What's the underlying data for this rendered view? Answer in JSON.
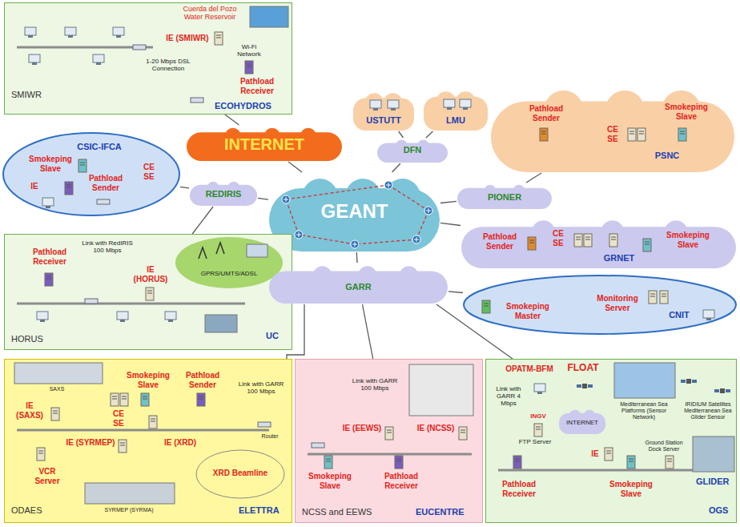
{
  "diagram": {
    "nodes": [
      {
        "text": [
          "SMIWR",
          "ECOHYDROS",
          "Cuerda del Pozo Water Reservoir",
          "IE (SMIWR)",
          "Pathload Receiver",
          "Wi-Fi Network",
          "1-20 Mbps DSL Connection"
        ]
      },
      {
        "text": [
          "INTERNET"
        ]
      },
      {
        "text": [
          "USTUTT"
        ]
      },
      {
        "text": [
          "LMU"
        ]
      },
      {
        "text": [
          "DFN"
        ]
      },
      {
        "text": [
          "Pathload Sender",
          "Smokeping Slave",
          "CE SE",
          "PSNC"
        ]
      },
      {
        "text": [
          "Smokeping Slave",
          "CSIC-IFCA",
          "IE",
          "Pathload Sender",
          "CE SE"
        ]
      },
      {
        "text": [
          "REDIRIS"
        ]
      },
      {
        "text": [
          "GEANT"
        ]
      },
      {
        "text": [
          "PIONER"
        ]
      },
      {
        "text": [
          "Pathload Sender",
          "CE SE",
          "GRNET",
          "Smokeping Slave"
        ]
      },
      {
        "text": [
          "Pathload Receiver",
          "Link with RedIRIS 100 Mbps",
          "IE (HORUS)",
          "HORUS",
          "UC"
        ]
      },
      {
        "text": [
          "GPRS/UMTS/ADSL"
        ],
        "in": 11
      },
      {
        "text": [
          "GARR"
        ]
      },
      {
        "text": [
          "Smokeping Master",
          "Monitoring Server",
          "CNIT"
        ]
      },
      {
        "text": [
          "SAXS",
          "IE (SAXS)",
          "Smokeping Slave",
          "Pathload Sender",
          "CE SE",
          "IE (SYRMEP)",
          "IE (XRD)",
          "VCR Server",
          "Router",
          "Link with GARR 100 Mbps",
          "SYRMEP (SYRMA)",
          "ODAES",
          "ELETTRA"
        ]
      },
      {
        "text": [
          "XRD Beamline"
        ],
        "in": 15
      },
      {
        "text": [
          "Link with GARR 100 Mbps",
          "IE (EEWS)",
          "IE (NCSS)",
          "Smokeping Slave",
          "Pathload Receiver",
          "NCSS and EEWS",
          "EUCENTRE"
        ]
      },
      {
        "text": [
          "OPATM-BFM",
          "FLOAT",
          "Link with GARR 4 Mbps",
          "INGV",
          "FTP Server",
          "Mediterranean Sea Platforms (Sensor Network)",
          "IRIDIUM Satellites Mediterranean Sea Glider Sensor",
          "Ground Station Dock Server",
          "IE",
          "GLIDER",
          "Pathload Receiver",
          "Smokeping Slave",
          "OGS"
        ]
      },
      {
        "text": [
          "INTERNET"
        ],
        "in": 18
      }
    ],
    "edges": [
      {
        "from": 8,
        "to": 7,
        "arrow": "none"
      },
      {
        "from": 8,
        "to": 1,
        "arrow": "none"
      },
      {
        "from": 8,
        "to": 4,
        "arrow": "none"
      },
      {
        "from": 8,
        "to": 9,
        "arrow": "none"
      },
      {
        "from": 8,
        "to": 10,
        "arrow": "none"
      },
      {
        "from": 8,
        "to": 13,
        "arrow": "none"
      },
      {
        "from": 7,
        "to": 6,
        "arrow": "none"
      },
      {
        "from": 7,
        "to": 11,
        "arrow": "none"
      },
      {
        "from": 1,
        "to": 0,
        "arrow": "none"
      },
      {
        "from": 4,
        "to": 2,
        "arrow": "none"
      },
      {
        "from": 4,
        "to": 3,
        "arrow": "none"
      },
      {
        "from": 9,
        "to": 5,
        "arrow": "none"
      },
      {
        "from": 13,
        "to": 14,
        "arrow": "none"
      },
      {
        "from": 13,
        "to": 15,
        "arrow": "none"
      },
      {
        "from": 13,
        "to": 17,
        "arrow": "none"
      },
      {
        "from": 13,
        "to": 18,
        "arrow": "none"
      }
    ]
  }
}
